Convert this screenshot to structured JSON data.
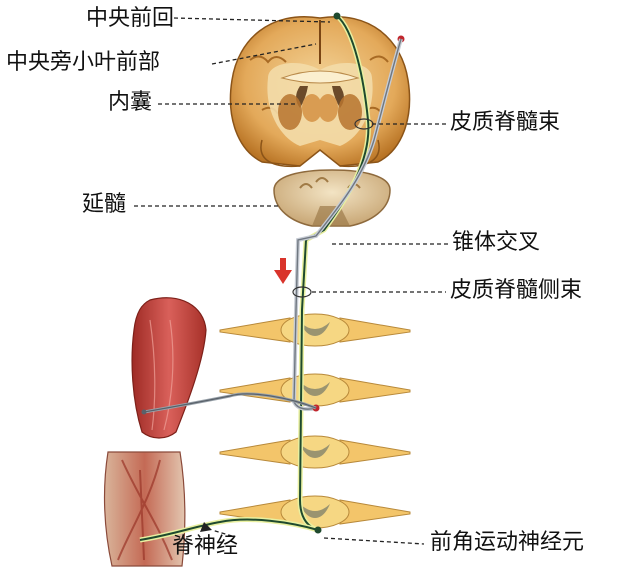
{
  "labels": {
    "precentral_gyrus": "中央前回",
    "paracentral_lobule": "中央旁小叶前部",
    "internal_capsule": "内囊",
    "corticospinal_tract": "皮质脊髓束",
    "medulla": "延髓",
    "pyramidal_decussation": "锥体交叉",
    "lateral_corticospinal_tract": "皮质脊髓侧束",
    "anterior_horn_motor_neuron": "前角运动神经元",
    "spinal_nerve": "脊神经"
  },
  "colors": {
    "tract": "#1f4a2e",
    "tract_highlight": "#e9f0a0",
    "brain_tissue": "#e0a85a",
    "brain_cortex": "#c9842f",
    "white_matter": "#f3d7a0",
    "spinal_cord": "#f5d27a",
    "gray_matter": "#9a9a7a",
    "muscle": "#c8453a",
    "arrow": "#d9342b"
  }
}
